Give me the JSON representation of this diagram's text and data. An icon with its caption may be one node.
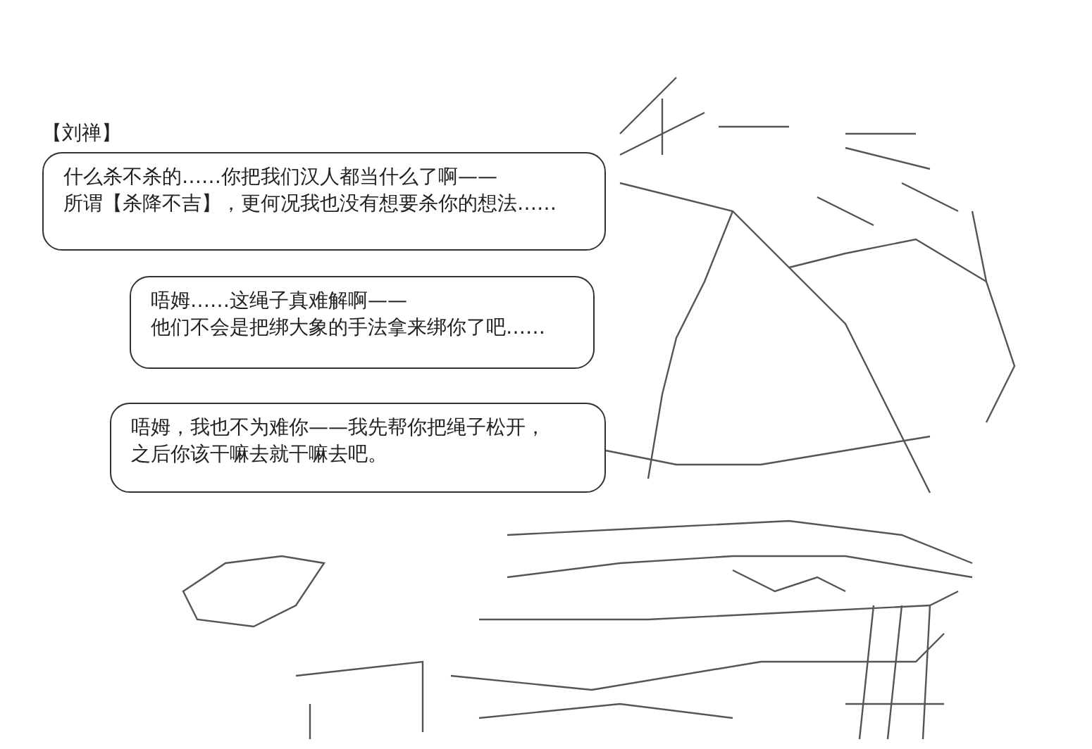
{
  "diagram": {
    "nodes": [
      {
        "text": [
          "【刘禅】",
          "什么杀不杀的……你把我们汉人都当什么了啊——",
          "所谓【杀降不吉】，更何况我也没有想要杀你的想法……"
        ]
      },
      {
        "text": [
          "唔姆……这绳子真难解啊——",
          "他们不会是把绑大象的手法拿来绑你了吧……"
        ]
      },
      {
        "text": [
          "唔姆，我也不为难你——我先帮你把绳子松开，",
          "之后你该干嘛去就干嘛去吧。"
        ]
      }
    ],
    "edges": []
  }
}
